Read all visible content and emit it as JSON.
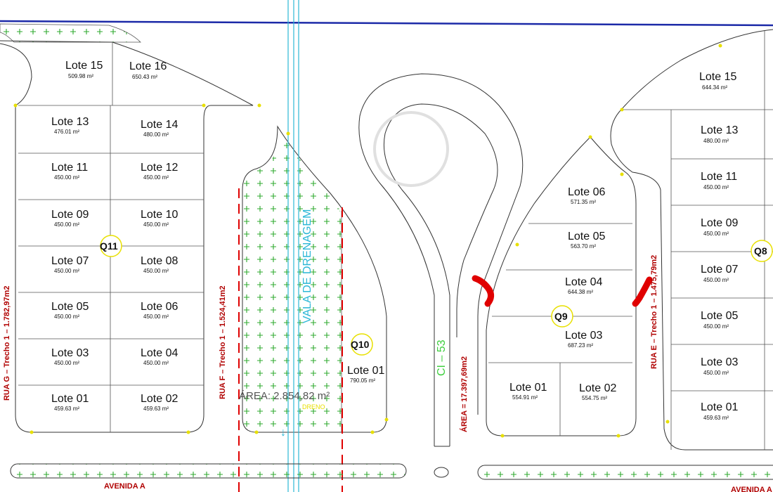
{
  "colors": {
    "lot_line": "#333333",
    "street_text": "#b00000",
    "green_area": "#2eaa2e",
    "drainage": "#2bb7d6",
    "marker_red": "#e00000",
    "border_blue": "#1c2aa8",
    "vertex_yellow": "#e8e000"
  },
  "blocks": {
    "q11": "Q11",
    "q10": "Q10",
    "q9": "Q9",
    "q8": "Q8"
  },
  "q11_lots": [
    {
      "name": "Lote 15",
      "area": "509.98 m²"
    },
    {
      "name": "Lote 16",
      "area": "650.43 m²"
    },
    {
      "name": "Lote 13",
      "area": "476.01 m²"
    },
    {
      "name": "Lote 14",
      "area": "480.00 m²"
    },
    {
      "name": "Lote 11",
      "area": "450.00 m²"
    },
    {
      "name": "Lote 12",
      "area": "450.00 m²"
    },
    {
      "name": "Lote 09",
      "area": "450.00 m²"
    },
    {
      "name": "Lote 10",
      "area": "450.00 m²"
    },
    {
      "name": "Lote 07",
      "area": "450.00 m²"
    },
    {
      "name": "Lote 08",
      "area": "450.00 m²"
    },
    {
      "name": "Lote 05",
      "area": "450.00 m²"
    },
    {
      "name": "Lote 06",
      "area": "450.00 m²"
    },
    {
      "name": "Lote 03",
      "area": "450.00 m²"
    },
    {
      "name": "Lote 04",
      "area": "450.00 m²"
    },
    {
      "name": "Lote 01",
      "area": "459.63 m²"
    },
    {
      "name": "Lote 02",
      "area": "459.63 m²"
    }
  ],
  "q10_lot": {
    "name": "Lote 01",
    "area": "790.05 m²"
  },
  "q9_lots": [
    {
      "name": "Lote 06",
      "area": "571.35 m²"
    },
    {
      "name": "Lote 05",
      "area": "563.70 m²"
    },
    {
      "name": "Lote 04",
      "area": "644.38 m²"
    },
    {
      "name": "Lote 03",
      "area": "687.23 m²"
    },
    {
      "name": "Lote 01",
      "area": "554.91 m²"
    },
    {
      "name": "Lote 02",
      "area": "554.75 m²"
    }
  ],
  "q8_lots": [
    {
      "name": "Lote 15",
      "area": "644.34 m²"
    },
    {
      "name": "Lote 13",
      "area": "480.00 m²"
    },
    {
      "name": "Lote 11",
      "area": "450.00 m²"
    },
    {
      "name": "Lote 09",
      "area": "450.00 m²"
    },
    {
      "name": "Lote 07",
      "area": "450.00 m²"
    },
    {
      "name": "Lote 05",
      "area": "450.00 m²"
    },
    {
      "name": "Lote 03",
      "area": "450.00 m²"
    },
    {
      "name": "Lote 01",
      "area": "459.63 m²"
    }
  ],
  "streets": {
    "rua_g": "RUA G – Trecho 1 – 1.782,97m2",
    "rua_f": "RUA F – Trecho 1 – 1.524,41m2",
    "rua_e": "RUA E – Trecho 1 – 1.475,79m2",
    "avenida_a_left": "AVENIDA A",
    "avenida_a_right": "AVENIDA A"
  },
  "area_total": "ÁREA = 17.397,69m2",
  "ci_label": "CI – 53",
  "drainage": {
    "label": "VALA DE DRENAGEM",
    "area": "ÁREA: 2.854,82 m²",
    "small": "DRENO"
  }
}
